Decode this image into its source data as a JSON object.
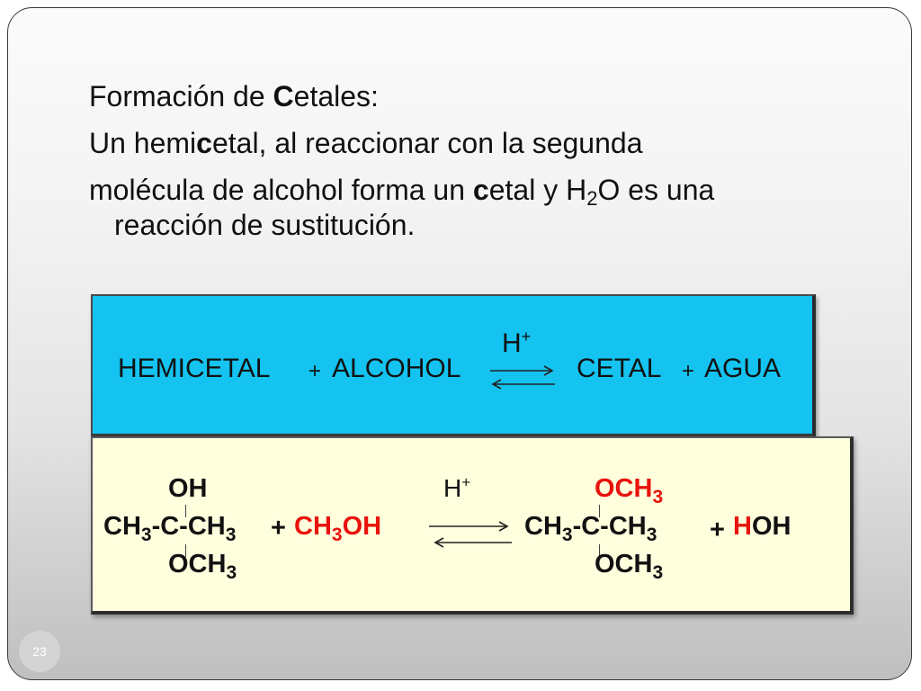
{
  "heading": {
    "line1_pre": "Formación de ",
    "line1_bold": "C",
    "line1_post": "etales:",
    "line2_pre": "Un hemi",
    "line2_bold": "c",
    "line2_post": "etal, al reaccionar con la segunda",
    "line3_pre": "molécula de alcohol forma un ",
    "line3_bold": "c",
    "line3_mid": "etal y H",
    "line3_sub": "2",
    "line3_post": "O es una",
    "line4": "reacción de sustitución",
    "line4_dot": "."
  },
  "general_equation": {
    "reactant1": "HEMICETAL",
    "plus1": "+",
    "reactant2": "ALCOHOL",
    "catalyst": "H",
    "catalyst_sup": "+",
    "product1": "CETAL",
    "plus2": "+",
    "product2": "AGUA"
  },
  "specific_equation": {
    "hemicetal_top": "OH",
    "hemicetal_main_a": "CH",
    "hemicetal_main_a_sub": "3",
    "hemicetal_main_b": "-C-CH",
    "hemicetal_main_b_sub": "3",
    "hemicetal_bottom": "OCH",
    "hemicetal_bottom_sub": "3",
    "plus1": "+",
    "alcohol_a": "CH",
    "alcohol_sub": "3",
    "alcohol_b": "OH",
    "catalyst": "H",
    "catalyst_sup": "+",
    "cetal_top": "OCH",
    "cetal_top_sub": "3",
    "cetal_main_a": "CH",
    "cetal_main_a_sub": "3",
    "cetal_main_b": "-C-CH",
    "cetal_main_b_sub": "3",
    "cetal_bottom": "OCH",
    "cetal_bottom_sub": "3",
    "plus2": "+",
    "water_h": "H",
    "water_rest": "OH"
  },
  "footer": {
    "page_number": "23"
  },
  "colors": {
    "accent_blue": "#14c3f0",
    "panel_yellow": "#ffffde",
    "highlight_red": "#e8130c"
  }
}
